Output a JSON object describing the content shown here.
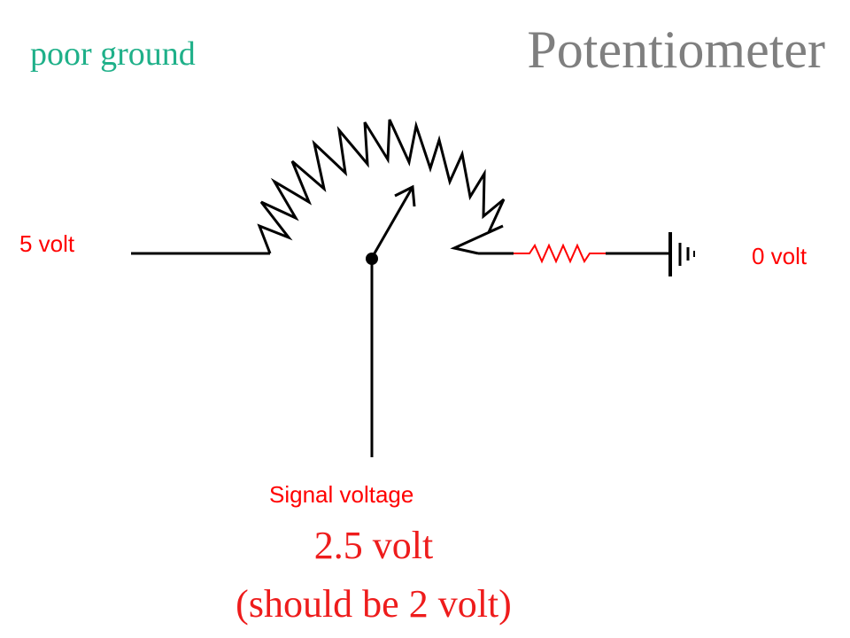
{
  "slide": {
    "title": "Potentiometer",
    "subtitle": "poor ground"
  },
  "diagram": {
    "labels": {
      "supply": "5 volt",
      "ground": "0 volt",
      "signal": "Signal voltage"
    },
    "components": [
      "resistive-track",
      "wiper-arrow",
      "series-resistor-poor-ground",
      "ground-symbol"
    ]
  },
  "reading": {
    "measured": "2.5 volt",
    "expected": "(should be 2 volt)"
  },
  "colors": {
    "title": "#7f7f7f",
    "subtitle": "#1fb089",
    "labels": "#ff0000",
    "reading": "#ee1c1c",
    "wires": "#000000",
    "bad_ground_resistor": "#ff0000"
  }
}
